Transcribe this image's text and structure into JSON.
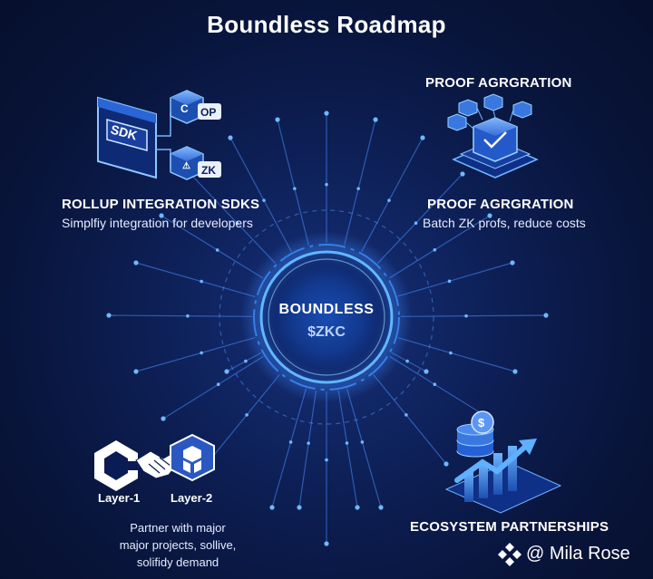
{
  "title": "Boundless Roadmap",
  "center": {
    "line1": "BOUNDLESS",
    "line2": "$ZKC"
  },
  "top_left": {
    "heading": "ROLLUP INTEGRATION SDKS",
    "subtitle": "Simplfiy integration for developers",
    "sdk_label": "SDK",
    "op_label": "OP",
    "zk_label": "ZK"
  },
  "top_right": {
    "top_heading": "PROOF AGRGRATION",
    "heading": "PROOF AGRGRATION",
    "subtitle": "Batch ZK profs, reduce costs"
  },
  "bottom_left": {
    "layer1": "Layer-1",
    "layer2": "Layer-2",
    "text_line1": "Partner with major",
    "text_line2": "major projects, sollive,",
    "text_line3": "solifidy demand"
  },
  "bottom_right": {
    "heading": "ECOSYSTEM PARTNERSHIPS",
    "coin_symbol": "$"
  },
  "watermark": {
    "text": "@ Mila Rose"
  },
  "colors": {
    "background": "#0a1a4a",
    "accent": "#4a9bff",
    "glow": "#6fc3ff",
    "text": "#ffffff"
  }
}
